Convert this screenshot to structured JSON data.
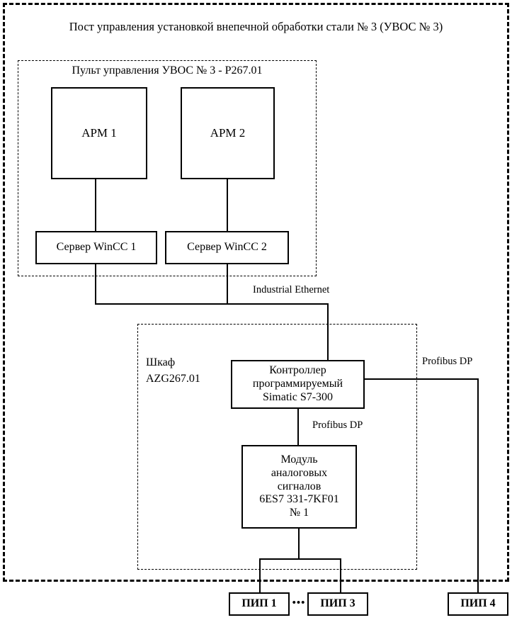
{
  "diagram": {
    "title": "Пост управления установкой внепечной обработки стали № 3 (УВОС № 3)",
    "groups": {
      "console": {
        "label": "Пульт управления УВОС № 3 - P267.01"
      },
      "cabinet": {
        "label_line1": "Шкаф",
        "label_line2": "AZG267.01"
      }
    },
    "nodes": {
      "arm1": {
        "label": "АРМ 1"
      },
      "arm2": {
        "label": "АРМ 2"
      },
      "server1": {
        "label": "Сервер WinCC 1"
      },
      "server2": {
        "label": "Сервер WinCC 2"
      },
      "plc": {
        "line1": "Контроллер",
        "line2": "программируемый",
        "line3": "Simatic S7-300"
      },
      "ai_module": {
        "line1": "Модуль",
        "line2": "аналоговых",
        "line3": "сигналов",
        "line4": "6ES7 331-7KF01",
        "line5": "№ 1"
      },
      "pip1": {
        "label": "ПИП 1"
      },
      "pip3": {
        "label": "ПИП 3"
      },
      "pip4": {
        "label": "ПИП 4"
      },
      "ellipsis": {
        "label": "•••"
      }
    },
    "networks": {
      "industrial_ethernet": {
        "label": "Industrial Ethernet"
      },
      "profibus_dp_right": {
        "label": "Profibus DP"
      },
      "profibus_dp_center": {
        "label": "Profibus DP"
      }
    },
    "colors": {
      "stroke": "#000000",
      "background": "#ffffff"
    }
  }
}
